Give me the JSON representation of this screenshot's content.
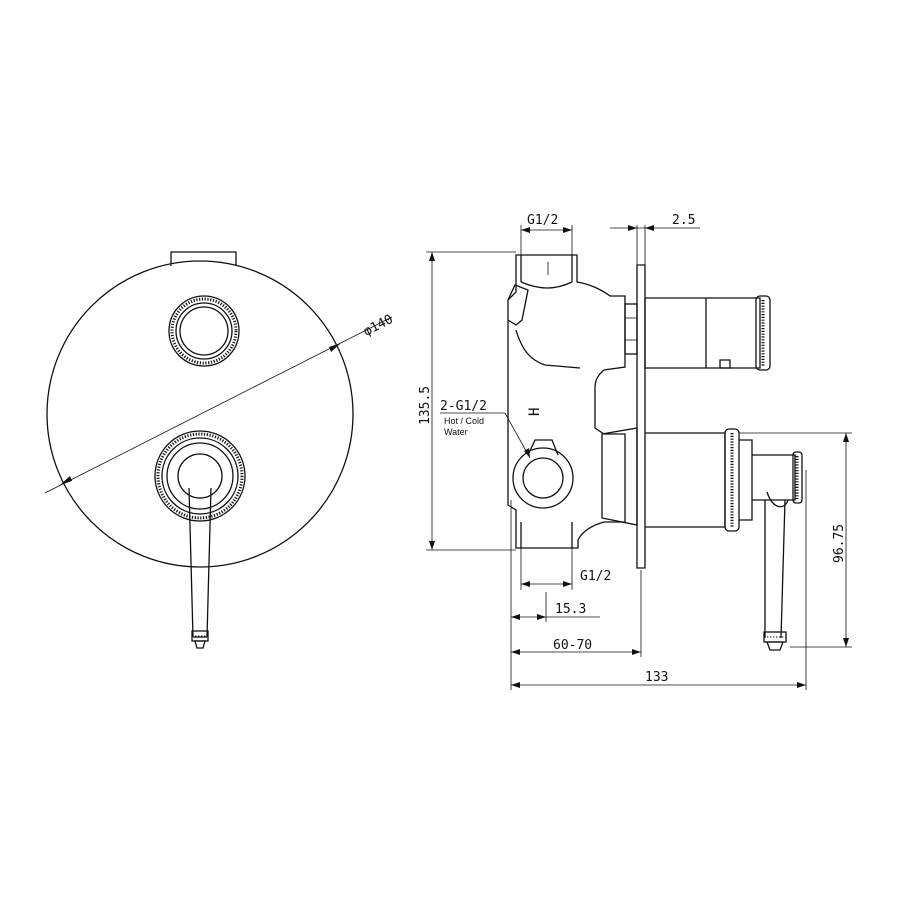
{
  "diagram": {
    "dimensions": {
      "diameter": "φ140",
      "height_overall": "135.5",
      "inlet_top": "G1/2",
      "plate_thickness": "2.5",
      "inlets": "2-G1/2",
      "outlet_bottom": "G1/2",
      "offset": "15.3",
      "wall_depth": "60-70",
      "depth_overall": "133",
      "lever_height": "96.75"
    },
    "notes": {
      "hot_cold": "Hot / Cold",
      "water": "Water"
    },
    "labels": {
      "hot_marker": "H"
    }
  }
}
